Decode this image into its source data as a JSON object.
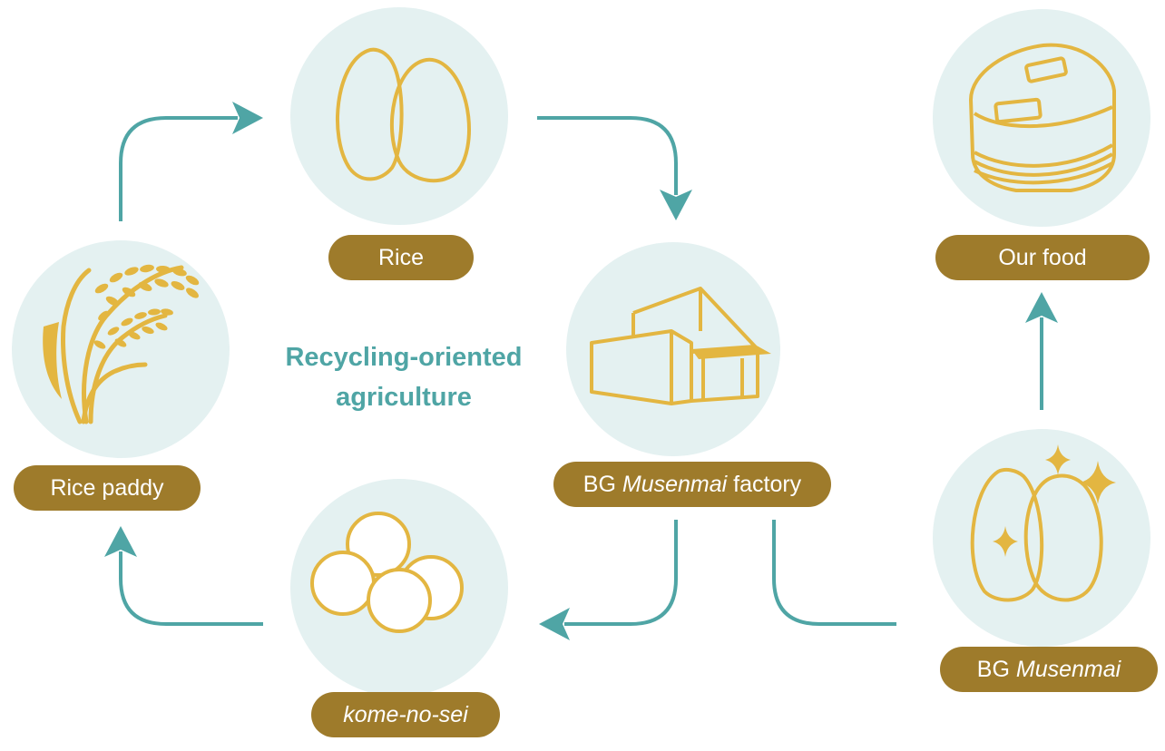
{
  "colors": {
    "circle_fill": "#e4f1f1",
    "icon_stroke": "#e3b641",
    "label_fill": "#9e7b2b",
    "arrow": "#4fa5a5",
    "title_text": "#4fa5a5"
  },
  "title": {
    "line1": "Recycling-oriented",
    "line2": "agriculture"
  },
  "nodes": {
    "rice": {
      "label": "Rice",
      "icon": "rice-grains-icon"
    },
    "factory": {
      "label_prefix": "BG ",
      "label_italic": "Musenmai",
      "label_suffix": " factory",
      "icon": "factory-building-icon"
    },
    "food": {
      "label": "Our food",
      "icon": "rice-cooker-icon"
    },
    "musenmai": {
      "label_prefix": "BG ",
      "label_italic": "Musenmai",
      "icon": "sparkling-rice-icon"
    },
    "komenosei": {
      "label": "kome-no-sei",
      "icon": "pellets-icon"
    },
    "paddy": {
      "label": "Rice paddy",
      "icon": "rice-plant-icon"
    }
  }
}
